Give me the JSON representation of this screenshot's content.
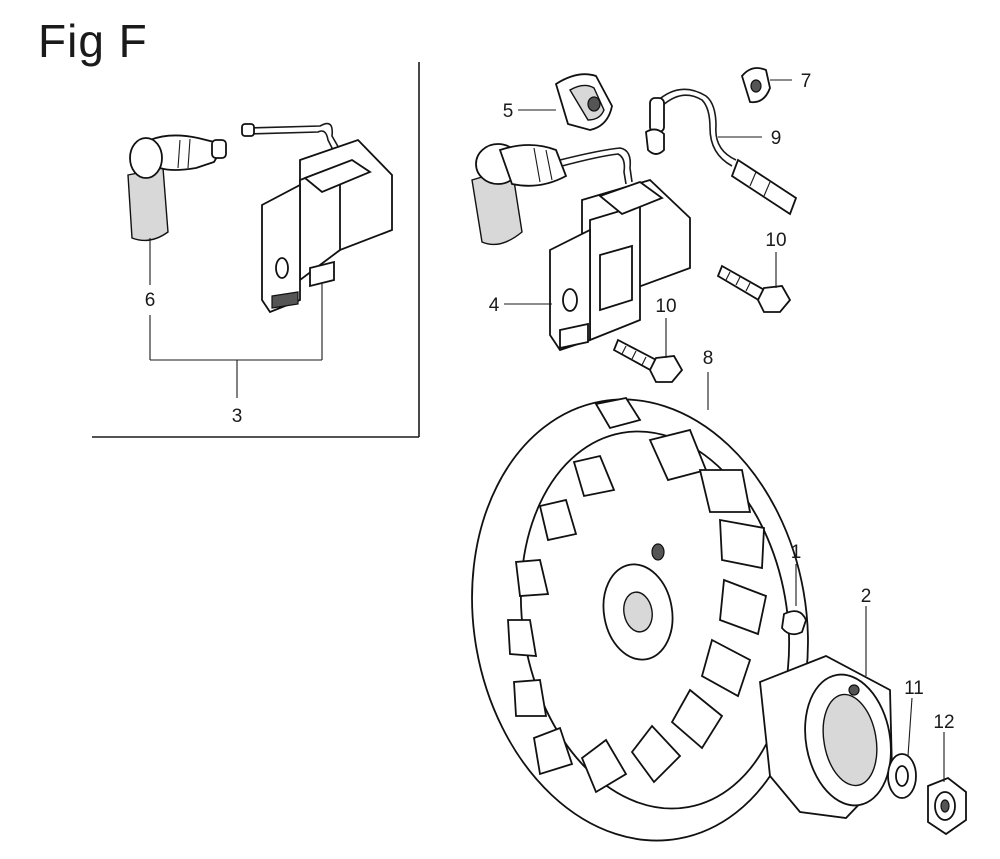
{
  "figure": {
    "title": "Fig F"
  },
  "callouts": {
    "c1": "1",
    "c2": "2",
    "c3": "3",
    "c4": "4",
    "c5": "5",
    "c6": "6",
    "c7": "7",
    "c8": "8",
    "c9": "9",
    "c10a": "10",
    "c10b": "10",
    "c11": "11",
    "c12": "12"
  }
}
